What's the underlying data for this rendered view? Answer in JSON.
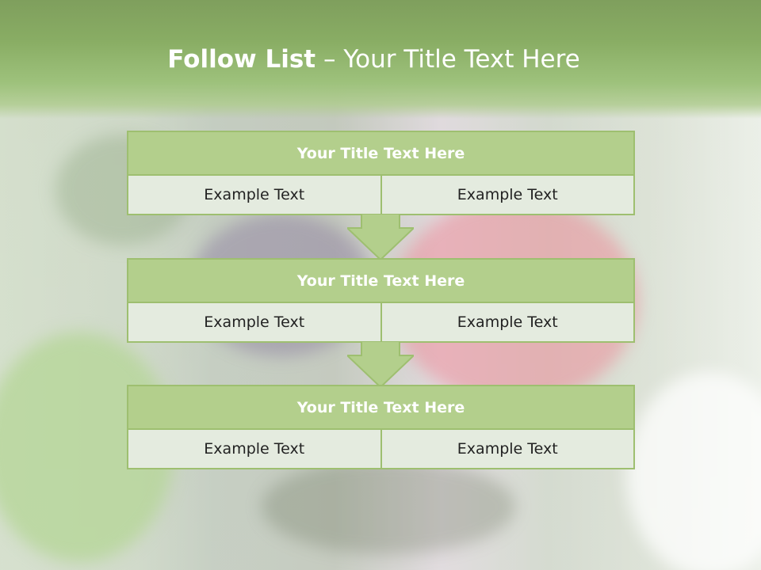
{
  "slide": {
    "title_strong": "Follow List",
    "title_rest": "– Your Title Text Here",
    "steps": [
      {
        "title": "Your Title Text Here",
        "left": "Example Text",
        "right": "Example Text"
      },
      {
        "title": "Your Title Text Here",
        "left": "Example Text",
        "right": "Example Text"
      },
      {
        "title": "Your Title Text Here",
        "left": "Example Text",
        "right": "Example Text"
      }
    ]
  },
  "colors": {
    "top_band": "#89ad64",
    "box_fill": "#b3cf8c",
    "box_border": "#9ebf70",
    "cell_fill": "#e4ebdf",
    "text_white": "#ffffff"
  }
}
